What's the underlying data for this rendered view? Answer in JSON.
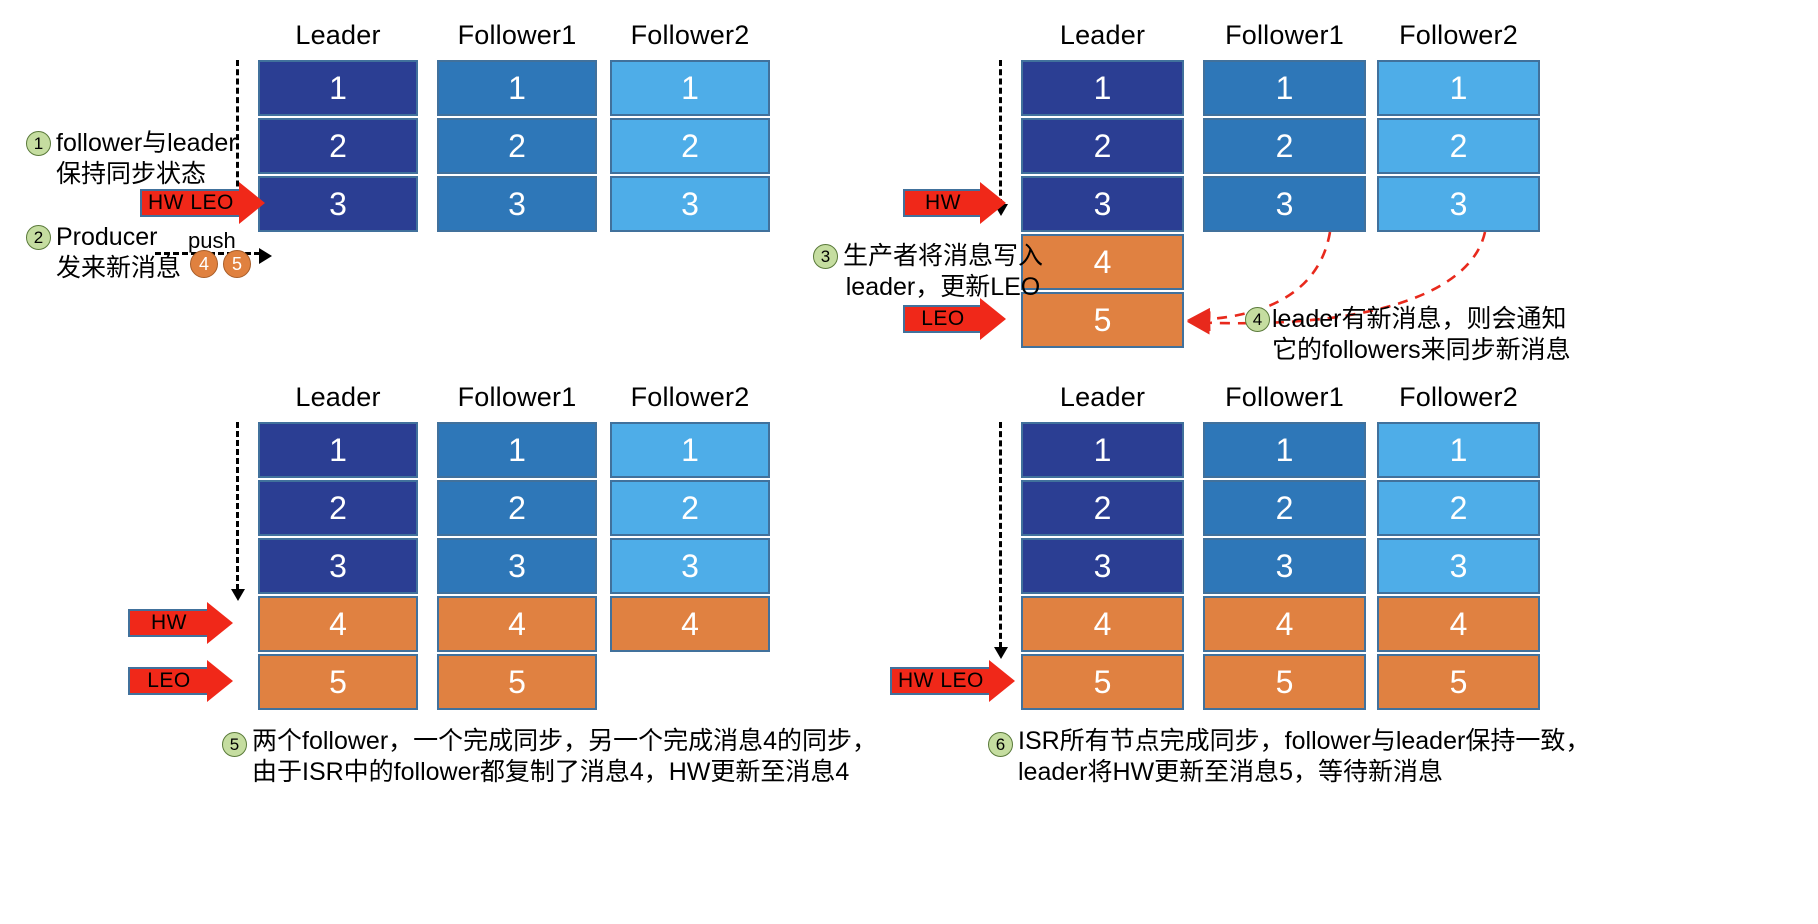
{
  "meta": {
    "title": "Kafka HW / LEO replication flow",
    "colors": {
      "leader": "#2B3E93",
      "follower1": "#2E77B8",
      "follower2": "#4EADE8",
      "new_message": "#E08141",
      "marker_red": "#F02819",
      "cell_border": "#41719C",
      "step_circle": "#C5DDA0"
    }
  },
  "columns": {
    "leader": "Leader",
    "follower1": "Follower1",
    "follower2": "Follower2"
  },
  "panels": [
    {
      "id": "panel-1",
      "columns": [
        "Leader",
        "Follower1",
        "Follower2"
      ],
      "leader_cells": [
        "1",
        "2",
        "3"
      ],
      "follower1_cells": [
        "1",
        "2",
        "3"
      ],
      "follower2_cells": [
        "1",
        "2",
        "3"
      ],
      "markers": [
        {
          "label": "HW  LEO",
          "at": "3"
        }
      ],
      "steps": [
        {
          "num": "1",
          "lines": [
            "follower与leader",
            "保持同步状态"
          ]
        },
        {
          "num": "2",
          "lines": [
            "Producer",
            "发来新消息"
          ]
        }
      ],
      "push_label": "push",
      "pending_messages": [
        "4",
        "5"
      ]
    },
    {
      "id": "panel-2",
      "columns": [
        "Leader",
        "Follower1",
        "Follower2"
      ],
      "leader_cells": [
        "1",
        "2",
        "3",
        "4",
        "5"
      ],
      "follower1_cells": [
        "1",
        "2",
        "3"
      ],
      "follower2_cells": [
        "1",
        "2",
        "3"
      ],
      "markers": [
        {
          "label": "HW",
          "at": "3"
        },
        {
          "label": "LEO",
          "at": "5"
        }
      ],
      "steps": [
        {
          "num": "3",
          "lines": [
            "生产者将消息写入",
            "leader，更新LEO"
          ]
        },
        {
          "num": "4",
          "lines": [
            "leader有新消息，则会通知",
            "它的followers来同步新消息"
          ]
        }
      ]
    },
    {
      "id": "panel-3",
      "columns": [
        "Leader",
        "Follower1",
        "Follower2"
      ],
      "leader_cells": [
        "1",
        "2",
        "3",
        "4",
        "5"
      ],
      "follower1_cells": [
        "1",
        "2",
        "3",
        "4",
        "5"
      ],
      "follower2_cells": [
        "1",
        "2",
        "3",
        "4"
      ],
      "markers": [
        {
          "label": "HW",
          "at": "4"
        },
        {
          "label": "LEO",
          "at": "5"
        }
      ],
      "caption": {
        "num": "5",
        "lines": [
          "两个follower，一个完成同步，另一个完成消息4的同步，",
          "由于ISR中的follower都复制了消息4，HW更新至消息4"
        ]
      }
    },
    {
      "id": "panel-4",
      "columns": [
        "Leader",
        "Follower1",
        "Follower2"
      ],
      "leader_cells": [
        "1",
        "2",
        "3",
        "4",
        "5"
      ],
      "follower1_cells": [
        "1",
        "2",
        "3",
        "4",
        "5"
      ],
      "follower2_cells": [
        "1",
        "2",
        "3",
        "4",
        "5"
      ],
      "markers": [
        {
          "label": "HW  LEO",
          "at": "5"
        }
      ],
      "caption": {
        "num": "6",
        "lines": [
          "ISR所有节点完成同步，follower与leader保持一致，",
          "leader将HW更新至消息5，等待新消息"
        ]
      }
    }
  ]
}
